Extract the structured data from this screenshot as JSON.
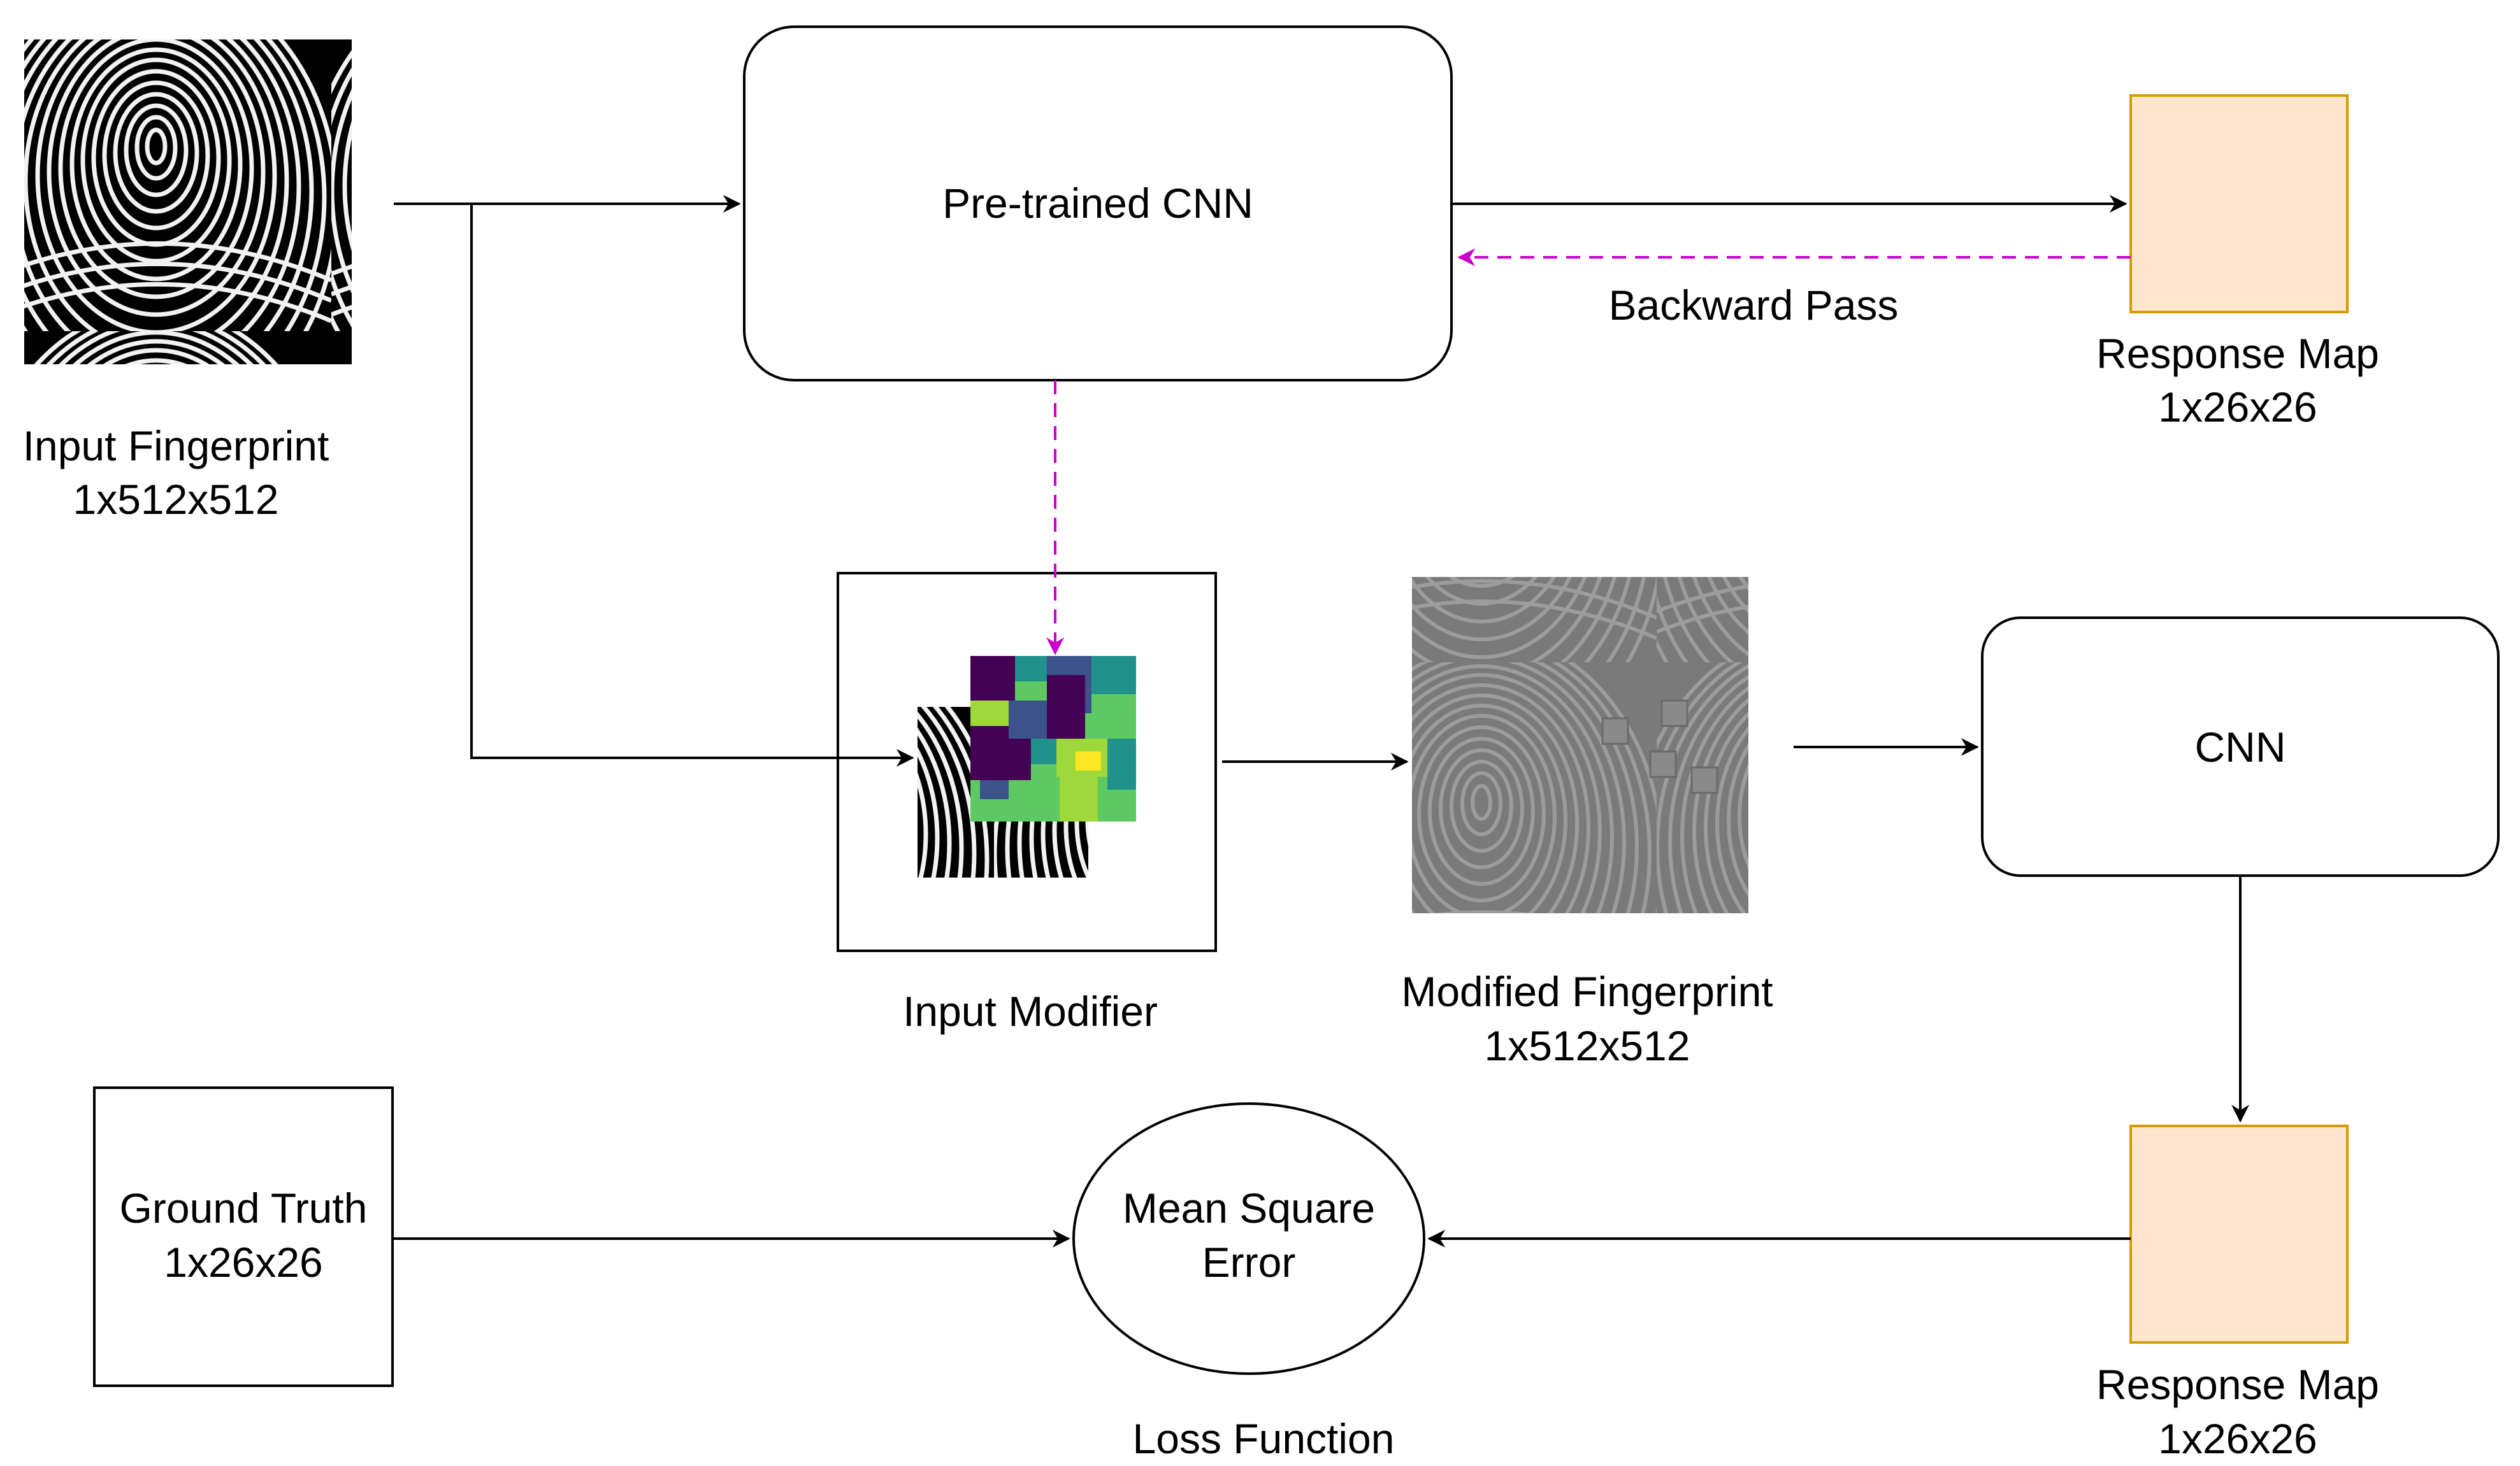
{
  "nodes": {
    "input_fingerprint": {
      "label": "Input Fingerprint",
      "dims": "1x512x512"
    },
    "pretrained_cnn": {
      "label": "Pre-trained CNN"
    },
    "response_map_top": {
      "label": "Response Map",
      "dims": "1x26x26",
      "fill": "#ffe6cc",
      "stroke": "#d79b00"
    },
    "input_modifier": {
      "label": "Input Modifier"
    },
    "modified_fingerprint": {
      "label": "Modified Fingerprint",
      "dims": "1x512x512"
    },
    "cnn": {
      "label": "CNN"
    },
    "response_map_bottom": {
      "label": "Response Map",
      "dims": "1x26x26",
      "fill": "#ffe6cc",
      "stroke": "#d79b00"
    },
    "ground_truth": {
      "label": "Ground Truth",
      "dims": "1x26x26"
    },
    "loss": {
      "line1": "Mean Square",
      "line2": "Error",
      "caption": "Loss Function"
    }
  },
  "edges": {
    "backward_pass": {
      "label": "Backward Pass",
      "color": "#cc00cc",
      "style": "dashed"
    }
  },
  "images": {
    "fingerprint": "fingerprint-image",
    "heatmap": "viridis-heatmap",
    "heatmap_colors": [
      "#440154",
      "#3b528b",
      "#21918c",
      "#5ec962",
      "#9fd83a",
      "#fde725"
    ]
  }
}
